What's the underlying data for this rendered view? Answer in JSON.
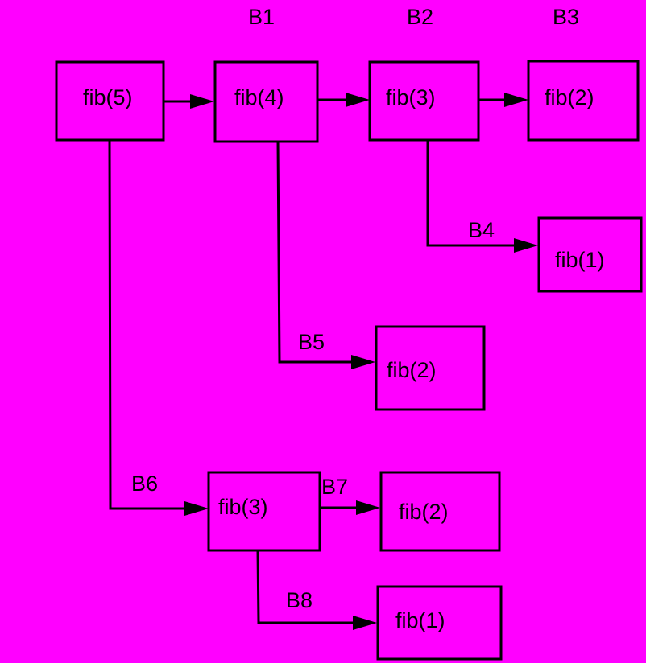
{
  "diagram": {
    "type": "call-tree",
    "nodes": [
      {
        "id": "n1",
        "label": "fib(5)"
      },
      {
        "id": "n2",
        "label": "fib(4)"
      },
      {
        "id": "n3",
        "label": "fib(3)"
      },
      {
        "id": "n4",
        "label": "fib(2)"
      },
      {
        "id": "n5",
        "label": "fib(1)"
      },
      {
        "id": "n6",
        "label": "fib(2)"
      },
      {
        "id": "n7",
        "label": "fib(3)"
      },
      {
        "id": "n8",
        "label": "fib(2)"
      },
      {
        "id": "n9",
        "label": "fib(1)"
      }
    ],
    "edges": [
      {
        "id": "e1",
        "from": "n1",
        "to": "n2",
        "label": "B1"
      },
      {
        "id": "e2",
        "from": "n2",
        "to": "n3",
        "label": "B2"
      },
      {
        "id": "e3",
        "from": "n3",
        "to": "n4",
        "label": "B3"
      },
      {
        "id": "e4",
        "from": "n3",
        "to": "n5",
        "label": "B4"
      },
      {
        "id": "e5",
        "from": "n2",
        "to": "n6",
        "label": "B5"
      },
      {
        "id": "e6",
        "from": "n1",
        "to": "n7",
        "label": "B6"
      },
      {
        "id": "e7",
        "from": "n7",
        "to": "n8",
        "label": "B7"
      },
      {
        "id": "e8",
        "from": "n7",
        "to": "n9",
        "label": "B8"
      }
    ]
  }
}
